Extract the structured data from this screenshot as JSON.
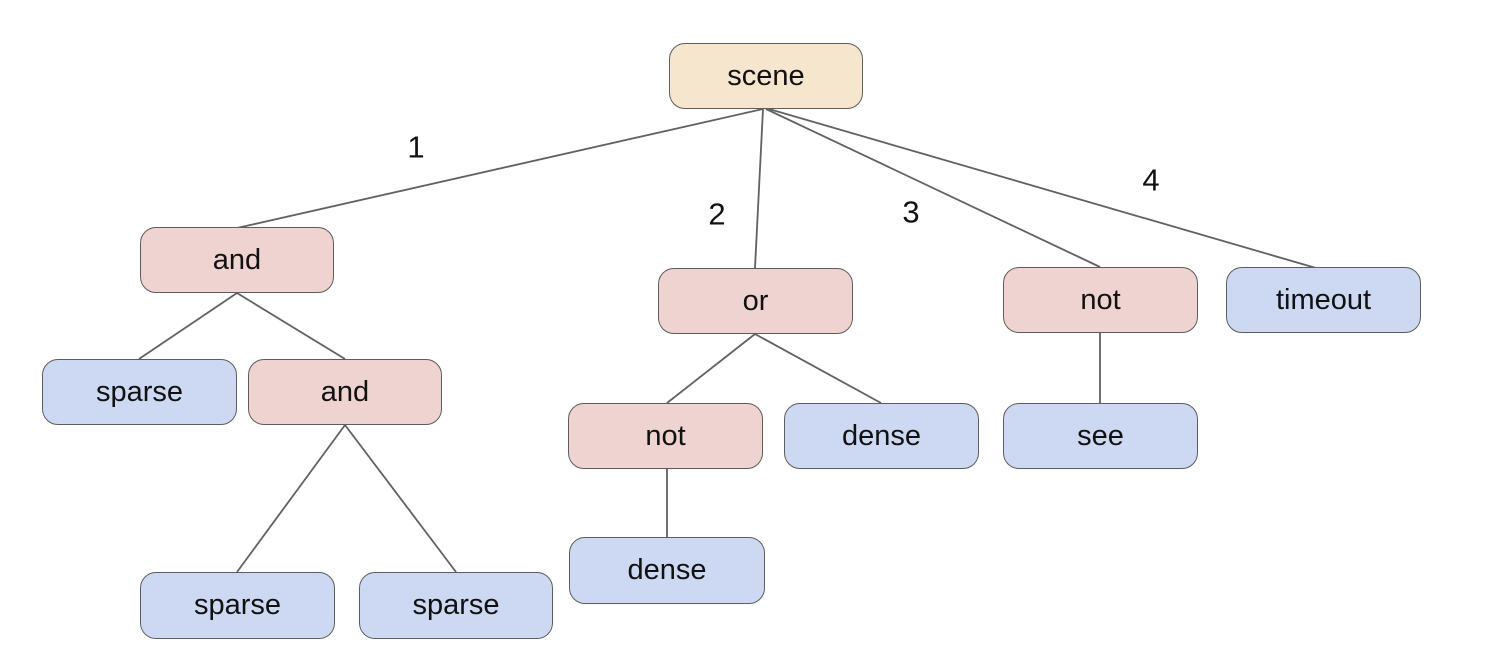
{
  "diagram": {
    "type": "tree",
    "description": "behavior-tree style scene diagram",
    "colors": {
      "root_fill": "#f6e6cd",
      "operator_fill": "#eed3d0",
      "leaf_fill": "#cdd9f2",
      "border": "#5d5d5d",
      "edge_stroke": "#616161",
      "background": "#ffffff"
    },
    "tree": {
      "label": "scene",
      "children": [
        {
          "edge_label": "1",
          "label": "and",
          "children": [
            {
              "label": "sparse"
            },
            {
              "label": "and",
              "children": [
                {
                  "label": "sparse"
                },
                {
                  "label": "sparse"
                }
              ]
            }
          ]
        },
        {
          "edge_label": "2",
          "label": "or",
          "children": [
            {
              "label": "not",
              "children": [
                {
                  "label": "dense"
                }
              ]
            },
            {
              "label": "dense"
            }
          ]
        },
        {
          "edge_label": "3",
          "label": "not",
          "children": [
            {
              "label": "see"
            }
          ]
        },
        {
          "edge_label": "4",
          "label": "timeout"
        }
      ]
    },
    "nodes": [
      {
        "id": "scene",
        "label": "scene",
        "kind": "root"
      },
      {
        "id": "and-1",
        "label": "and",
        "kind": "operator"
      },
      {
        "id": "or-1",
        "label": "or",
        "kind": "operator"
      },
      {
        "id": "not-top",
        "label": "not",
        "kind": "operator"
      },
      {
        "id": "timeout",
        "label": "timeout",
        "kind": "leaf"
      },
      {
        "id": "sparse-1",
        "label": "sparse",
        "kind": "leaf"
      },
      {
        "id": "and-2",
        "label": "and",
        "kind": "operator"
      },
      {
        "id": "not-mid",
        "label": "not",
        "kind": "operator"
      },
      {
        "id": "dense-1",
        "label": "dense",
        "kind": "leaf"
      },
      {
        "id": "see",
        "label": "see",
        "kind": "leaf"
      },
      {
        "id": "dense-2",
        "label": "dense",
        "kind": "leaf"
      },
      {
        "id": "sparse-2",
        "label": "sparse",
        "kind": "leaf"
      },
      {
        "id": "sparse-3",
        "label": "sparse",
        "kind": "leaf"
      }
    ],
    "edges": [
      {
        "from": "scene",
        "to": "and-1",
        "label": "1"
      },
      {
        "from": "scene",
        "to": "or-1",
        "label": "2"
      },
      {
        "from": "scene",
        "to": "not-top",
        "label": "3"
      },
      {
        "from": "scene",
        "to": "timeout",
        "label": "4"
      },
      {
        "from": "and-1",
        "to": "sparse-1",
        "label": ""
      },
      {
        "from": "and-1",
        "to": "and-2",
        "label": ""
      },
      {
        "from": "and-2",
        "to": "sparse-2",
        "label": ""
      },
      {
        "from": "and-2",
        "to": "sparse-3",
        "label": ""
      },
      {
        "from": "or-1",
        "to": "not-mid",
        "label": ""
      },
      {
        "from": "or-1",
        "to": "dense-1",
        "label": ""
      },
      {
        "from": "not-mid",
        "to": "dense-2",
        "label": ""
      },
      {
        "from": "not-top",
        "to": "see",
        "label": ""
      }
    ]
  }
}
